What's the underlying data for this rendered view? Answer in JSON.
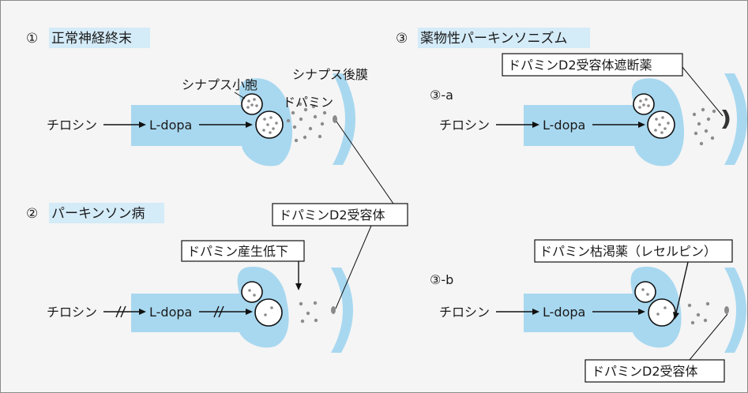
{
  "sections": {
    "s1": {
      "num": "①",
      "title": "正常神経終末"
    },
    "s2": {
      "num": "②",
      "title": "パーキンソン病"
    },
    "s3": {
      "num": "③",
      "title": "薬物性パーキンソニズム"
    },
    "s3a": "③-a",
    "s3b": "③-b"
  },
  "labels": {
    "tyrosine": "チロシン",
    "ldopa": "L-dopa",
    "vesicle": "シナプス小胞",
    "postsynaptic": "シナプス後膜",
    "dopamine": "ドパミン",
    "d2_receptor": "ドパミンD2受容体",
    "d2_blocker": "ドパミンD2受容体遮断薬",
    "dopamine_decrease": "ドパミン産生低下",
    "depleter": "ドパミン枯渇薬（レセルピン）"
  },
  "colors": {
    "nerve": "#a8d8f0",
    "highlight": "#d4ebf8",
    "background": "#f5f5f5"
  }
}
